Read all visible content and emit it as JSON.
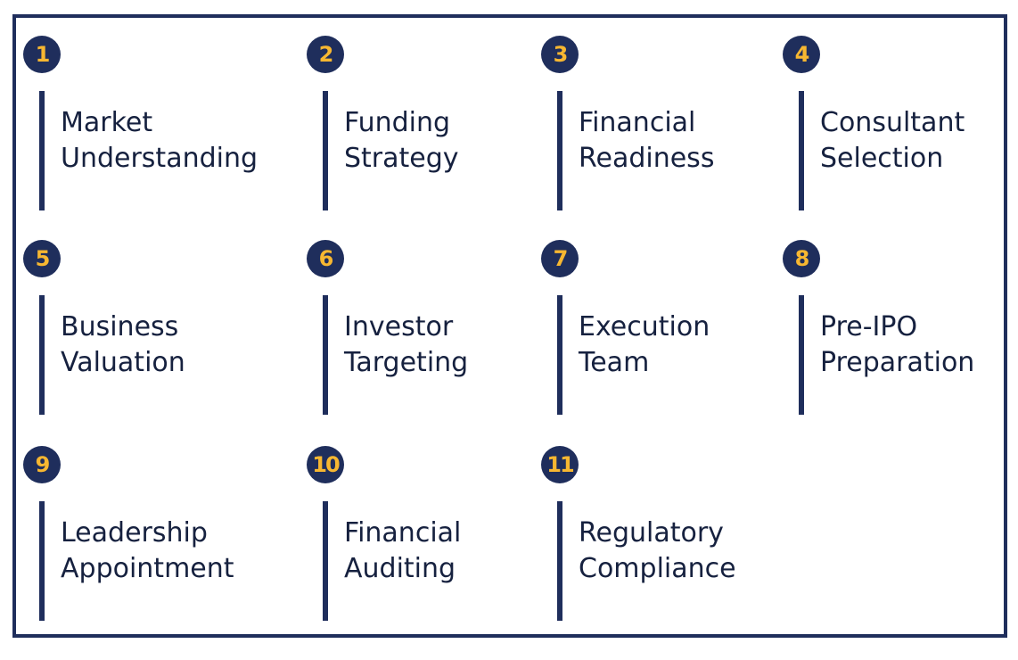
{
  "colors": {
    "primary_navy": "#1f2e5c",
    "number_yellow": "#f7b731",
    "text_dark": "#16213f"
  },
  "steps": [
    {
      "number": "1",
      "line1": "Market",
      "line2": "Understanding"
    },
    {
      "number": "2",
      "line1": "Funding",
      "line2": "Strategy"
    },
    {
      "number": "3",
      "line1": "Financial",
      "line2": "Readiness"
    },
    {
      "number": "4",
      "line1": "Consultant",
      "line2": "Selection"
    },
    {
      "number": "5",
      "line1": "Business",
      "line2": "Valuation"
    },
    {
      "number": "6",
      "line1": "Investor",
      "line2": "Targeting"
    },
    {
      "number": "7",
      "line1": "Execution",
      "line2": "Team"
    },
    {
      "number": "8",
      "line1": "Pre-IPO",
      "line2": "Preparation"
    },
    {
      "number": "9",
      "line1": "Leadership",
      "line2": "Appointment"
    },
    {
      "number": "10",
      "line1": "Financial",
      "line2": "Auditing"
    },
    {
      "number": "11",
      "line1": "Regulatory",
      "line2": "Compliance"
    }
  ]
}
